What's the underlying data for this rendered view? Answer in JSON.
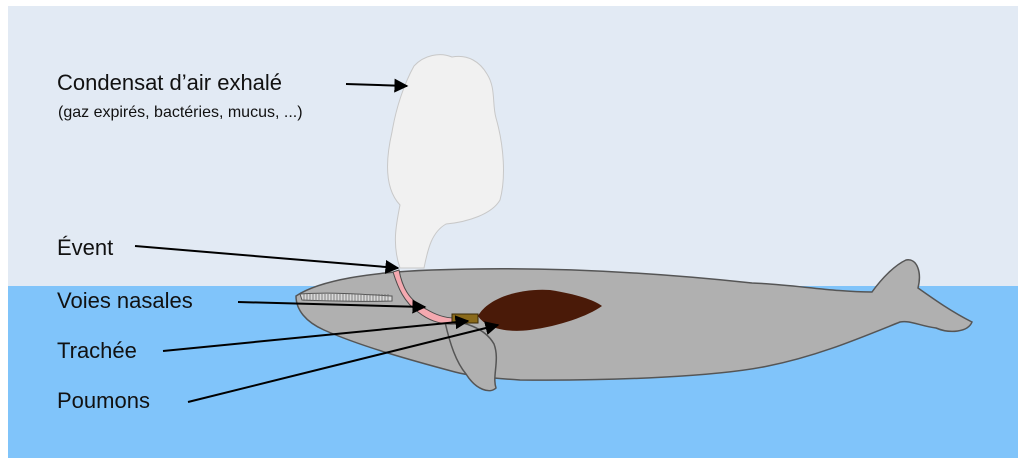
{
  "colors": {
    "sky": "#e2eaf4",
    "water": "#80c4fa",
    "whale": "#b0b0b0",
    "whale_outline": "#555555",
    "spout": "#f1f1f1",
    "blowhole": "#f4a9b0",
    "trachea": "#8a6a1a",
    "lungs": "#4a1a08",
    "arrow": "#000000"
  },
  "labels": {
    "condensate": "Condensat d’air exhalé",
    "condensate_detail": "(gaz expirés, bactéries, mucus, ...)",
    "blowhole": "Évent",
    "nasal": "Voies nasales",
    "trachea": "Trachée",
    "lungs": "Poumons"
  },
  "icons": {
    "spout": "exhaled-air-cloud",
    "whale": "whale-silhouette",
    "lungs": "lungs-organ"
  }
}
